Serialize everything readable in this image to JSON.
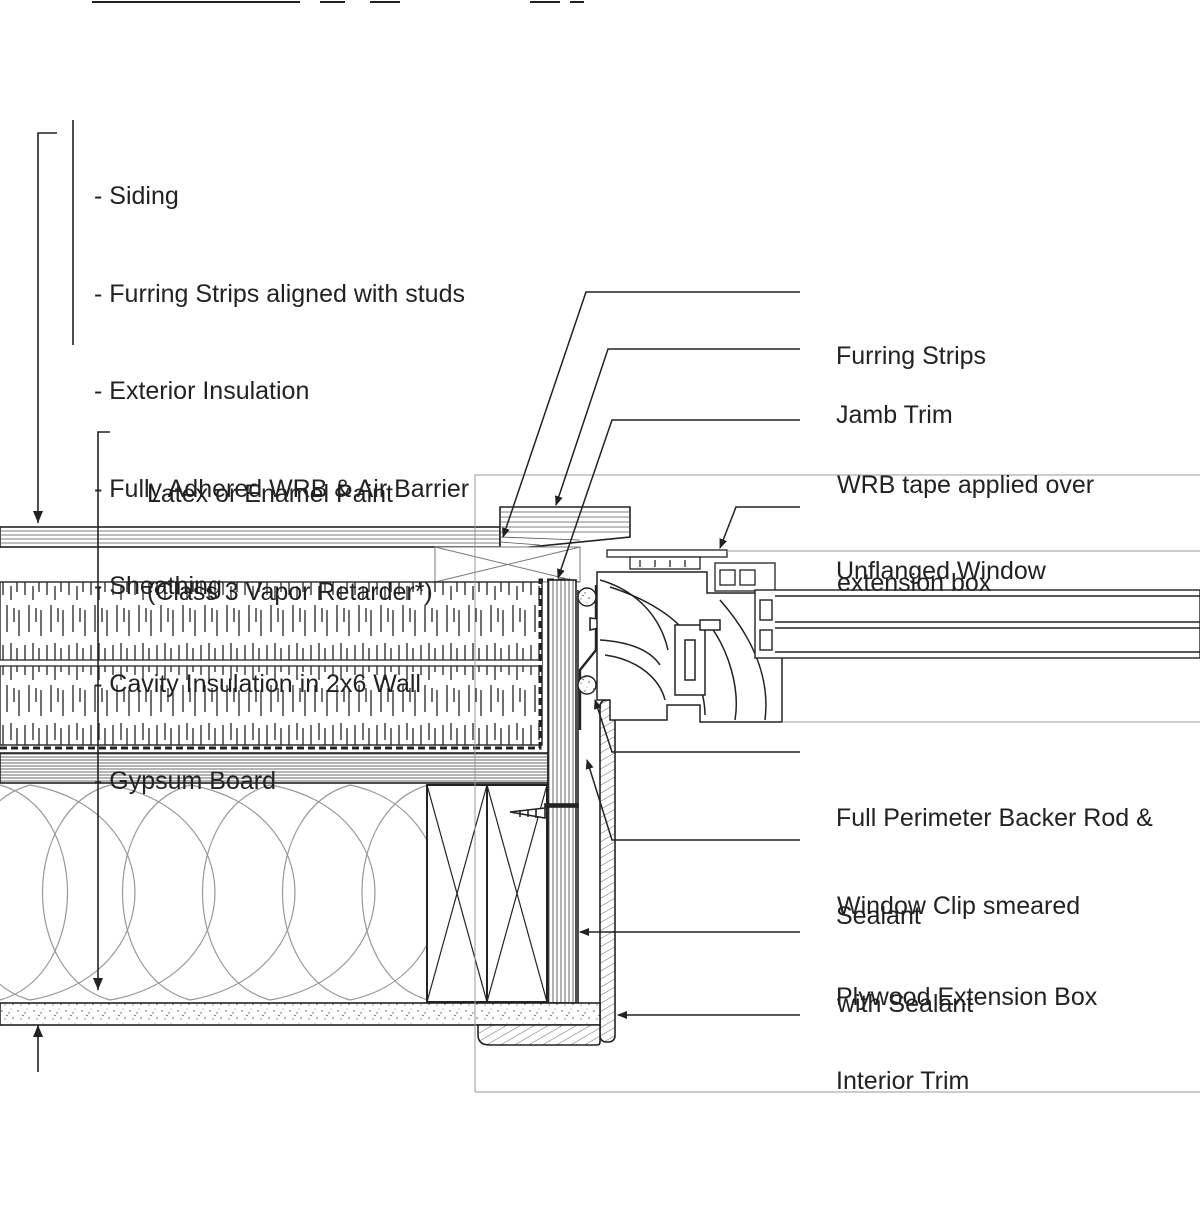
{
  "wall_assembly_layers": [
    "- Siding",
    "- Furring Strips aligned with studs",
    "- Exterior Insulation",
    "- Fully Adhered WRB & Air Barrier",
    "- Sheathing",
    "- Cavity Insulation in 2x6 Wall",
    "- Gypsum Board"
  ],
  "paint_note": {
    "line1": "Latex or Enamel Paint",
    "line2": "(Class 3 Vapor Retarder*)"
  },
  "callouts": {
    "furring_strips": "Furring Strips",
    "jamb_trim": "Jamb Trim",
    "wrb_tape_1": "WRB tape applied over",
    "wrb_tape_2": "extension box",
    "unflanged_window": "Unflanged Window",
    "backer_rod_1": "Full Perimeter Backer Rod &",
    "backer_rod_2": "Sealant",
    "window_clip_1": "Window Clip smeared",
    "window_clip_2": "with Sealant",
    "plywood_box": "Plywood Extension Box",
    "interior_trim": "Interior Trim"
  },
  "colors": {
    "line": "#222222",
    "light_line": "#9a9a9a",
    "background": "#ffffff"
  }
}
